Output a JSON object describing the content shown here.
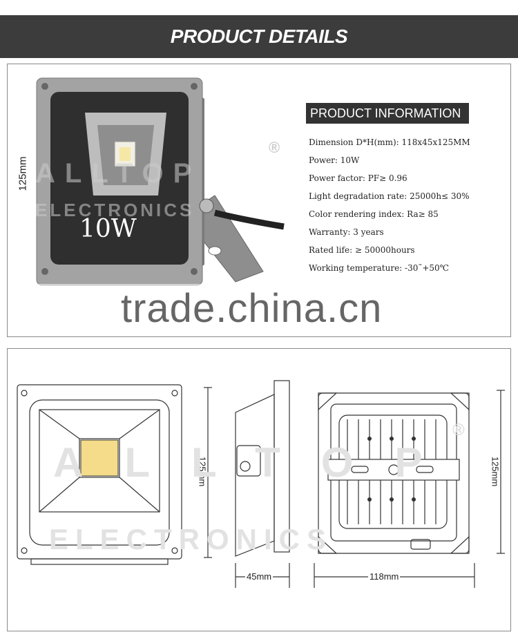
{
  "header": {
    "title": "PRODUCT DETAILS"
  },
  "product_photo": {
    "label_size": "125mm",
    "wattage": "10W",
    "brand_logo": "ALLTOP",
    "brand_sub": "ELECTRONICS",
    "registered_mark": "®"
  },
  "info": {
    "heading": "PRODUCT INFORMATION",
    "specs": [
      "Dimension D*H(mm): 118x45x125MM",
      "Power: 10W",
      "Power factor: PF≥ 0.96",
      "Light degradation rate: 25000h≤ 30%",
      "Color rendering index: Ra≥ 85",
      "Warranty: 3 years",
      "Rated life: ≥ 50000hours",
      "Working temperature: -30˜+50℃"
    ]
  },
  "watermark": {
    "text": "trade.china.cn"
  },
  "drawing": {
    "front_height": "125mm",
    "side_width": "45mm",
    "back_width": "118mm",
    "back_height": "125mm",
    "brand_logo": "ALLTOP",
    "brand_sub": "ELECTRONICS",
    "registered_mark": "®"
  },
  "colors": {
    "header_bg": "#3c3c3c",
    "housing_gray": "#9a9a9a",
    "chip_yellow": "#f4dc8a"
  }
}
